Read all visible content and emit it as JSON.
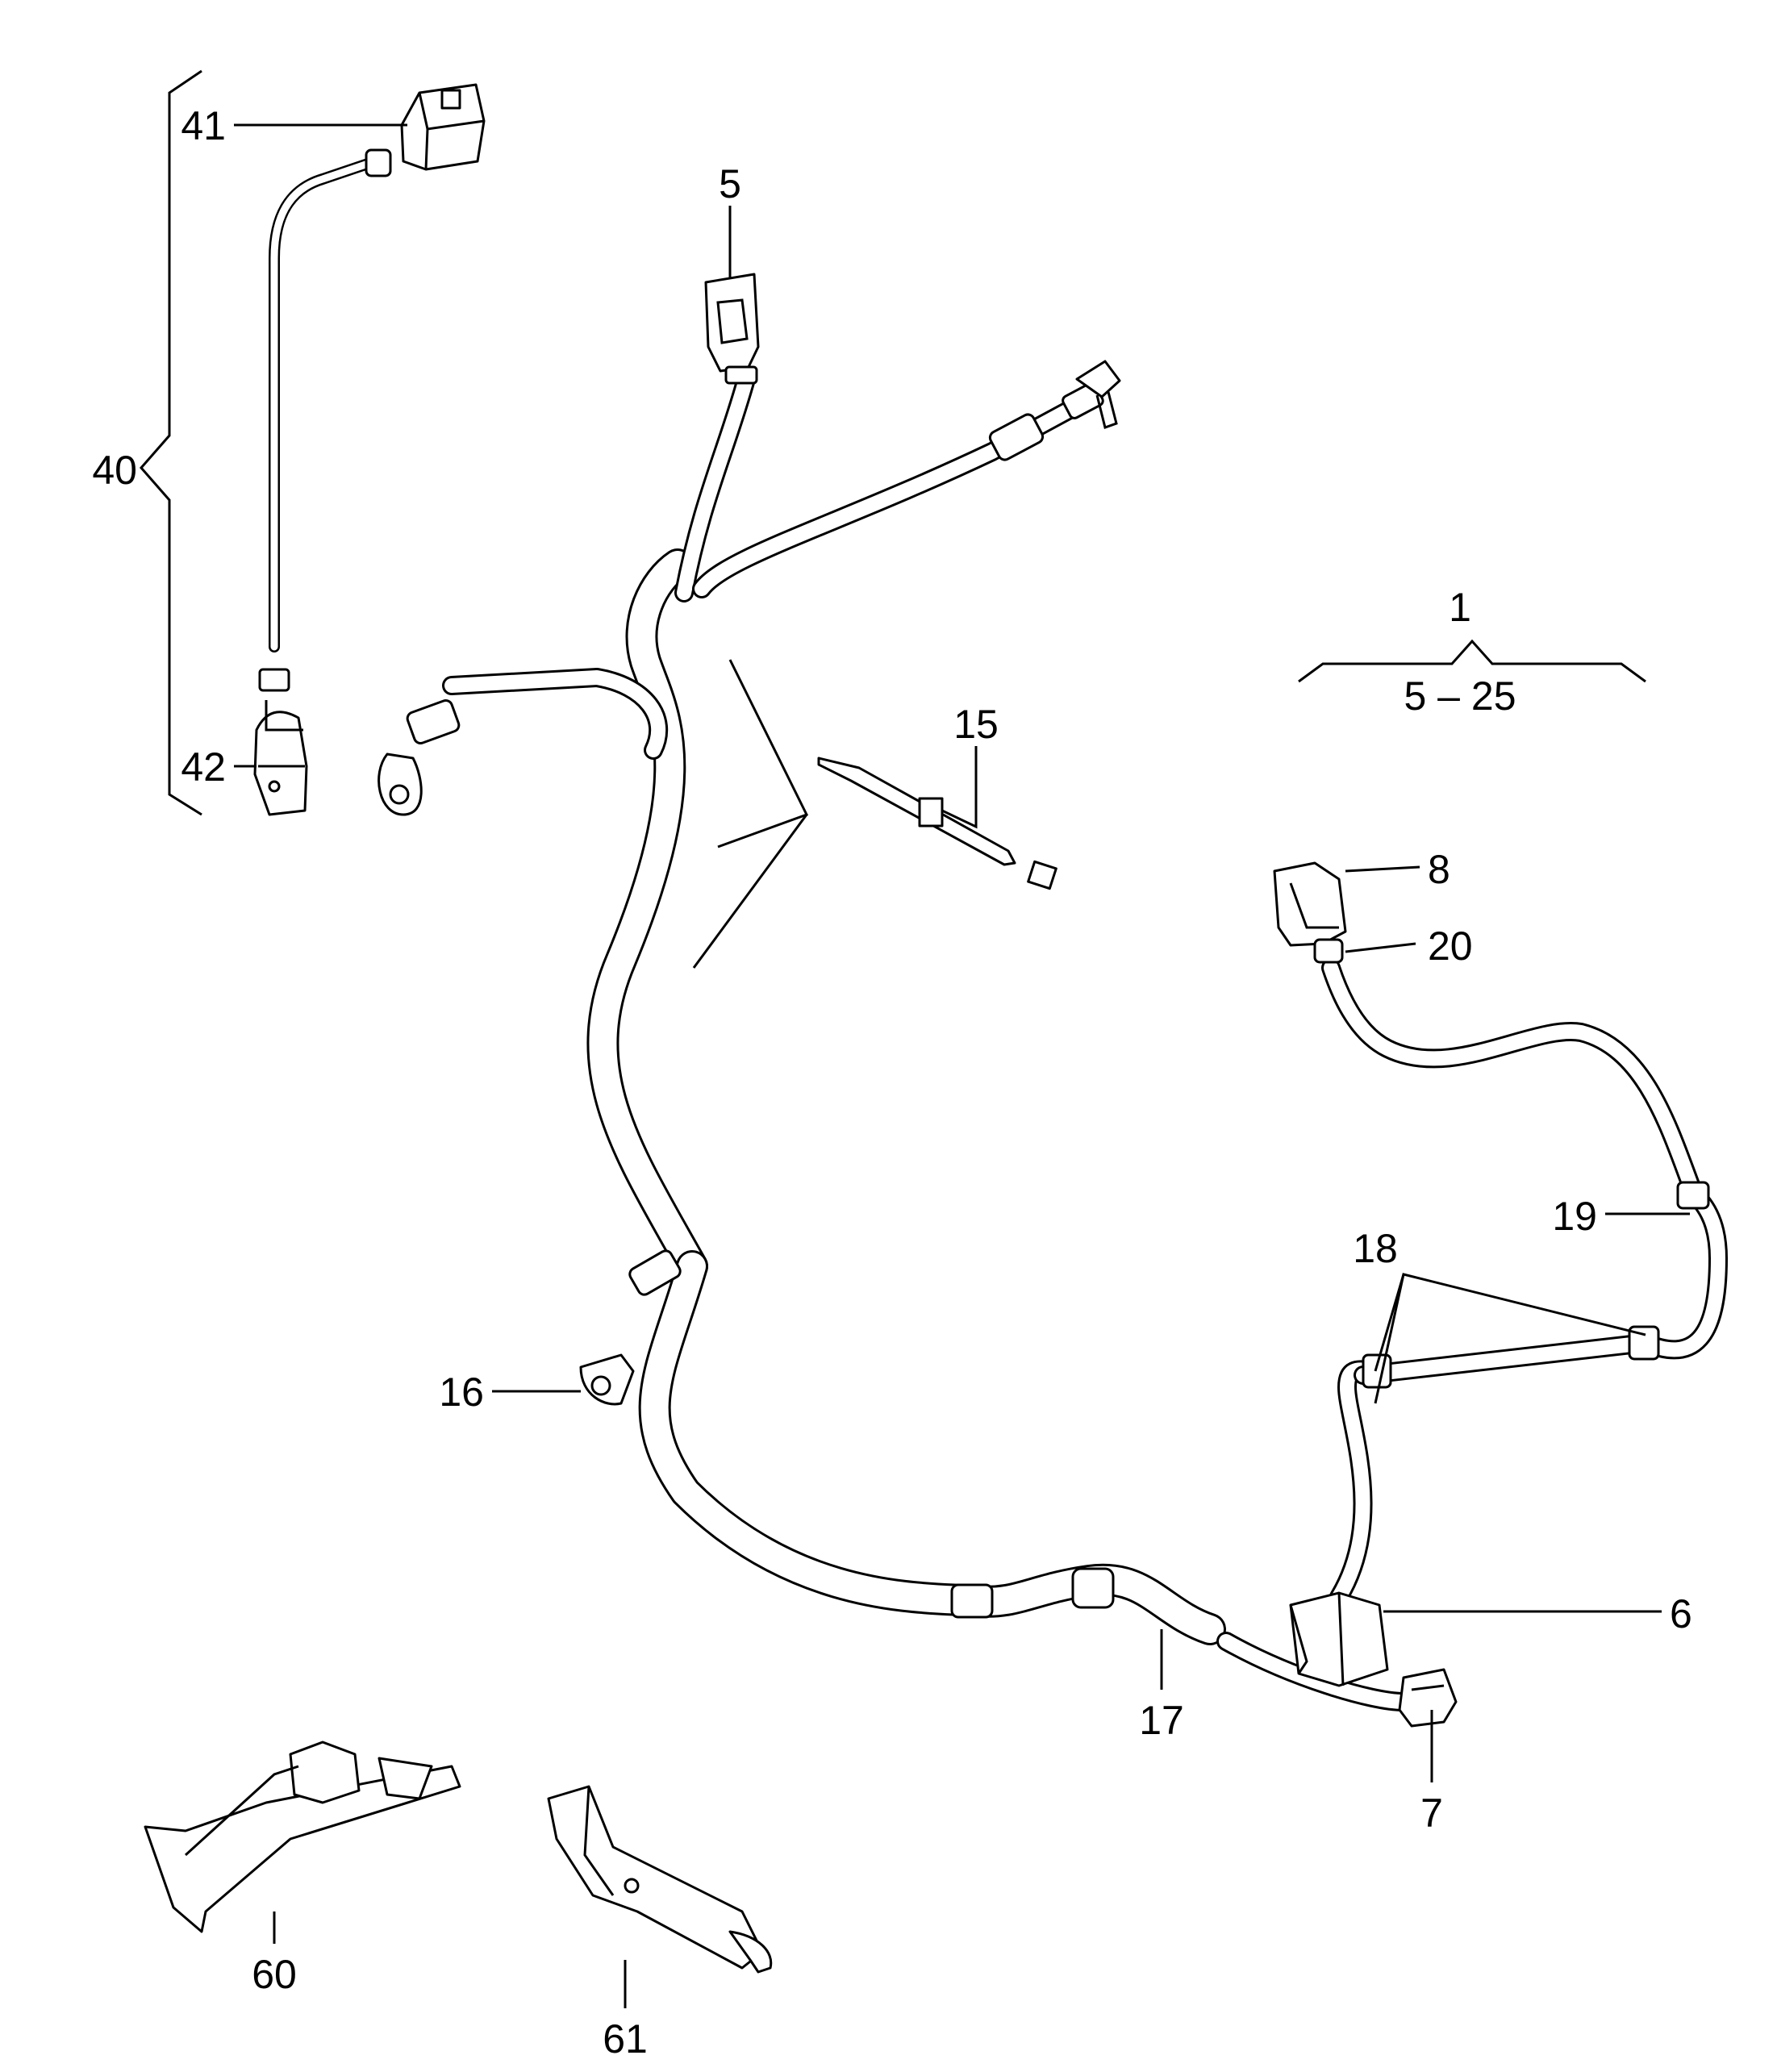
{
  "callouts": {
    "c1": "1",
    "range": "5 – 25",
    "c5": "5",
    "c6": "6",
    "c7": "7",
    "c8": "8",
    "c15": "15",
    "c16": "16",
    "c17": "17",
    "c18": "18",
    "c19": "19",
    "c20": "20",
    "c40": "40",
    "c41": "41",
    "c42": "42",
    "c60": "60",
    "c61": "61"
  }
}
